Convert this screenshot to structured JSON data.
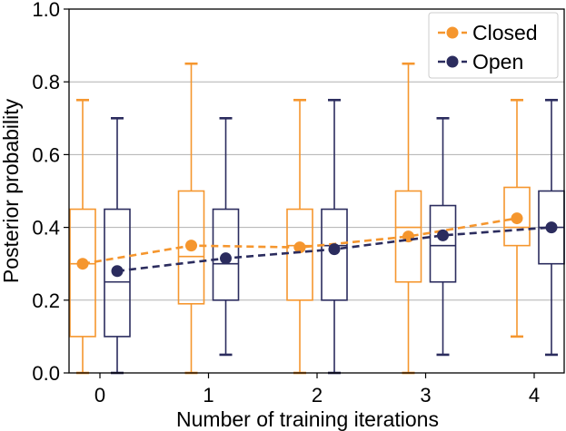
{
  "chart_data": {
    "type": "box",
    "xlabel": "Number of training iterations",
    "ylabel": "Posterior probability",
    "categories": [
      "0",
      "1",
      "2",
      "3",
      "4"
    ],
    "ylim": [
      0.0,
      1.0
    ],
    "yticks": [
      "0.0",
      "0.2",
      "0.4",
      "0.6",
      "0.8",
      "1.0"
    ],
    "grid": "horizontal",
    "legend_position": "top-right",
    "series": [
      {
        "name": "Closed",
        "color": "#F5962E",
        "boxes": [
          {
            "whisker_low": 0.0,
            "q1": 0.1,
            "median": 0.3,
            "q3": 0.45,
            "whisker_high": 0.75
          },
          {
            "whisker_low": 0.0,
            "q1": 0.19,
            "median": 0.32,
            "q3": 0.5,
            "whisker_high": 0.85
          },
          {
            "whisker_low": 0.0,
            "q1": 0.2,
            "median": 0.35,
            "q3": 0.45,
            "whisker_high": 0.75
          },
          {
            "whisker_low": 0.0,
            "q1": 0.25,
            "median": 0.4,
            "q3": 0.5,
            "whisker_high": 0.85
          },
          {
            "whisker_low": 0.1,
            "q1": 0.35,
            "median": 0.4,
            "q3": 0.51,
            "whisker_high": 0.75
          }
        ],
        "means": [
          0.3,
          0.35,
          0.345,
          0.375,
          0.425
        ]
      },
      {
        "name": "Open",
        "color": "#2B2C5E",
        "boxes": [
          {
            "whisker_low": 0.0,
            "q1": 0.1,
            "median": 0.25,
            "q3": 0.45,
            "whisker_high": 0.7
          },
          {
            "whisker_low": 0.05,
            "q1": 0.2,
            "median": 0.3,
            "q3": 0.45,
            "whisker_high": 0.7
          },
          {
            "whisker_low": 0.0,
            "q1": 0.2,
            "median": 0.35,
            "q3": 0.45,
            "whisker_high": 0.75
          },
          {
            "whisker_low": 0.05,
            "q1": 0.25,
            "median": 0.35,
            "q3": 0.46,
            "whisker_high": 0.7
          },
          {
            "whisker_low": 0.05,
            "q1": 0.3,
            "median": 0.4,
            "q3": 0.5,
            "whisker_high": 0.75
          }
        ],
        "means": [
          0.28,
          0.315,
          0.34,
          0.378,
          0.4
        ]
      }
    ]
  }
}
